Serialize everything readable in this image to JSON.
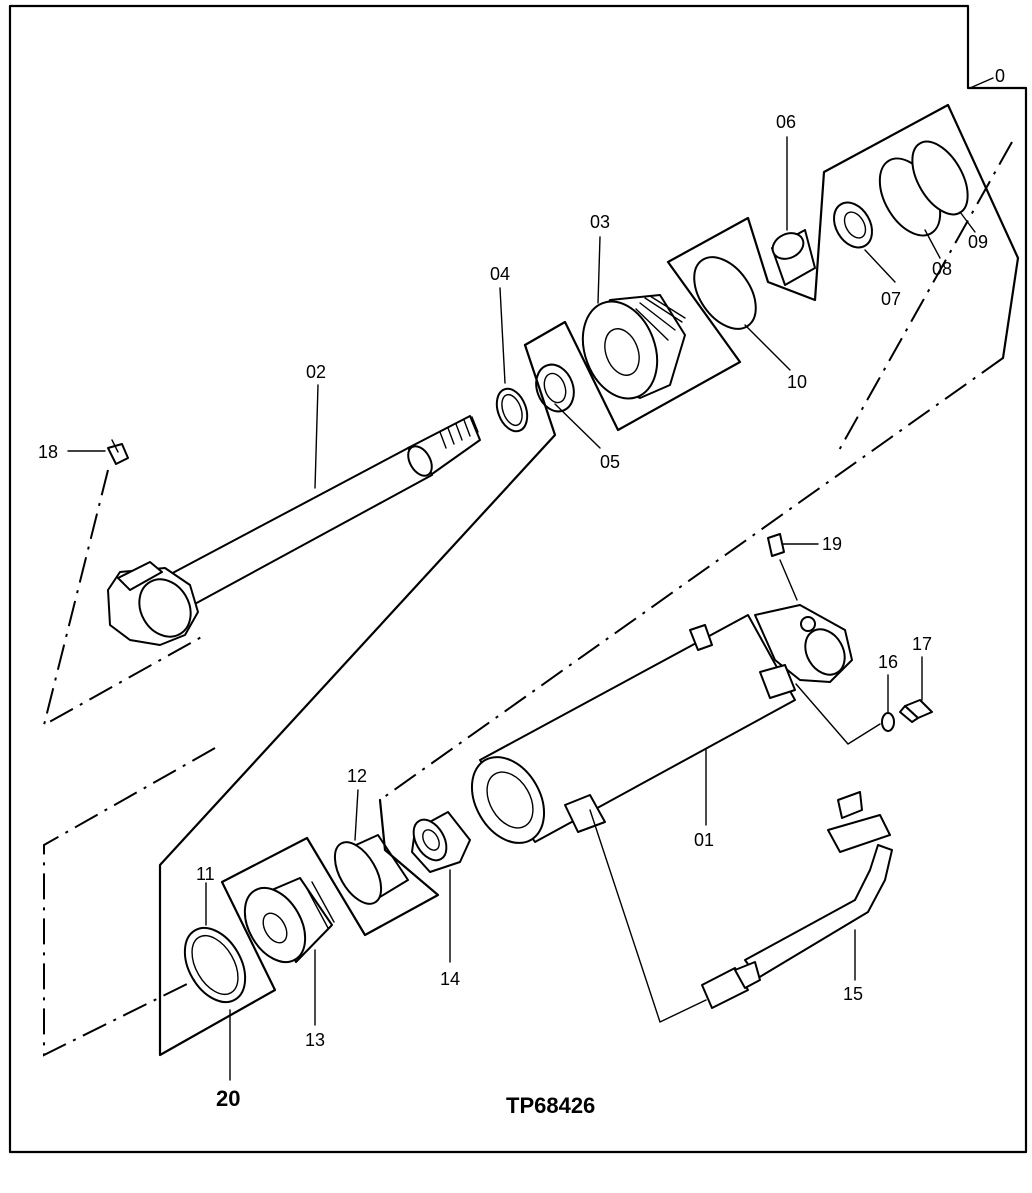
{
  "diagram": {
    "labels": {
      "p00": "0",
      "p01": "01",
      "p02": "02",
      "p03": "03",
      "p04": "04",
      "p05": "05",
      "p06": "06",
      "p07": "07",
      "p08": "08",
      "p09": "09",
      "p10": "10",
      "p11": "11",
      "p12": "12",
      "p13": "13",
      "p14": "14",
      "p15": "15",
      "p16": "16",
      "p17": "17",
      "p18": "18",
      "p19": "19",
      "p20": "20"
    },
    "figure_code": "TP68426"
  }
}
